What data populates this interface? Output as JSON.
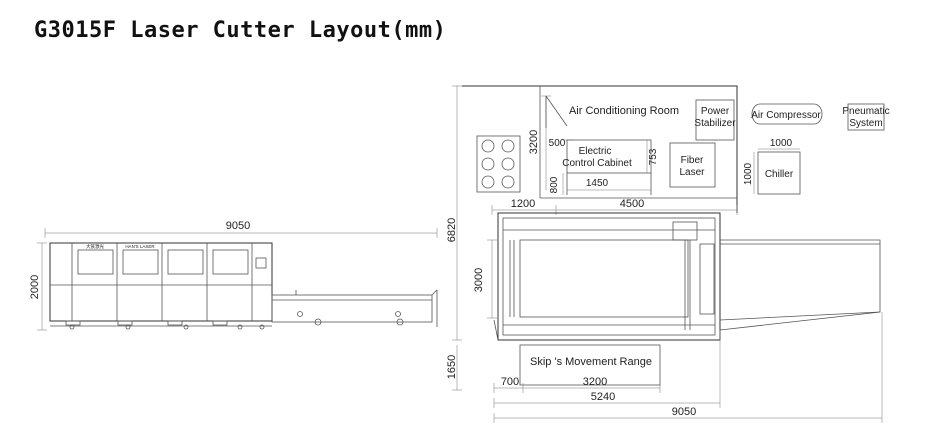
{
  "title": "G3015F Laser Cutter Layout(mm)",
  "side_view": {
    "width_dim": "9050",
    "height_dim": "2000",
    "panel_label_1": "大族激光",
    "panel_label_2": "HAN'S LASER"
  },
  "room": {
    "air_conditioning_room": "Air Conditioning Room",
    "power_stabilizer_line1": "Power",
    "power_stabilizer_line2": "Stabilizer",
    "air_compressor": "Air Compressor",
    "pneumatic_line1": "Pneumatic",
    "pneumatic_line2": "System",
    "electric_line1": "Electric",
    "electric_line2": "Control Cabinet",
    "fiber_line1": "Fiber",
    "fiber_line2": "Laser",
    "chiller": "Chiller",
    "skip_range": "Skip 's Movement Range"
  },
  "dims": {
    "d3200_room": "3200",
    "d500": "500",
    "d753": "753",
    "d800": "800",
    "d1450": "1450",
    "d1000_w": "1000",
    "d1000_h": "1000",
    "d1200": "1200",
    "d4500": "4500",
    "d6820": "6820",
    "d3000": "3000",
    "d1650": "1650",
    "d700": "700",
    "d3200_skip": "3200",
    "d5240": "5240",
    "d9050": "9050"
  }
}
